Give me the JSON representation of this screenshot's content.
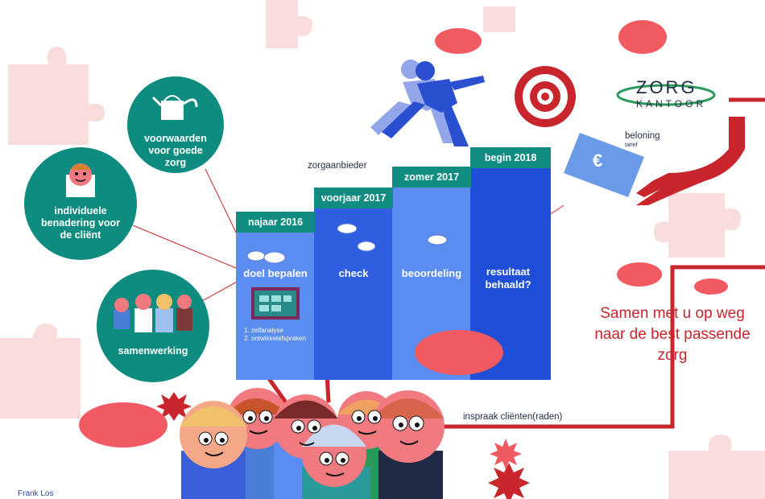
{
  "circles": {
    "condities": "voorwaarden voor goede zorg",
    "individueel": "individuele benadering voor de cliënt",
    "samenwerking": "samenwerking"
  },
  "steps": [
    {
      "period": "najaar 2016",
      "text": "doel bepalen",
      "notes": [
        "1. zelfanalyse",
        "2. ontwikkelafspraken"
      ]
    },
    {
      "period": "voorjaar 2017",
      "text": "check"
    },
    {
      "period": "zomer 2017",
      "text": "beoordeling"
    },
    {
      "period": "begin 2018",
      "text": "resultaat behaald?"
    }
  ],
  "labels": {
    "zorgaanbieder": "zorgaanbieder",
    "beloning": "beloning",
    "tarief": "tarief",
    "inspraak": "inspraak cliënten(raden)",
    "logo_top": "ZORG",
    "logo_bottom": "KANTOOR",
    "euro": "€",
    "author": "Frank Los"
  },
  "slogan": "Samen met u op weg naar de best passende zorg",
  "colors": {
    "teal": "#0f8c80",
    "blue_light": "#5b8cf0",
    "blue_dark": "#1f4fd6",
    "red": "#c8252c",
    "coral": "#f05a60"
  }
}
